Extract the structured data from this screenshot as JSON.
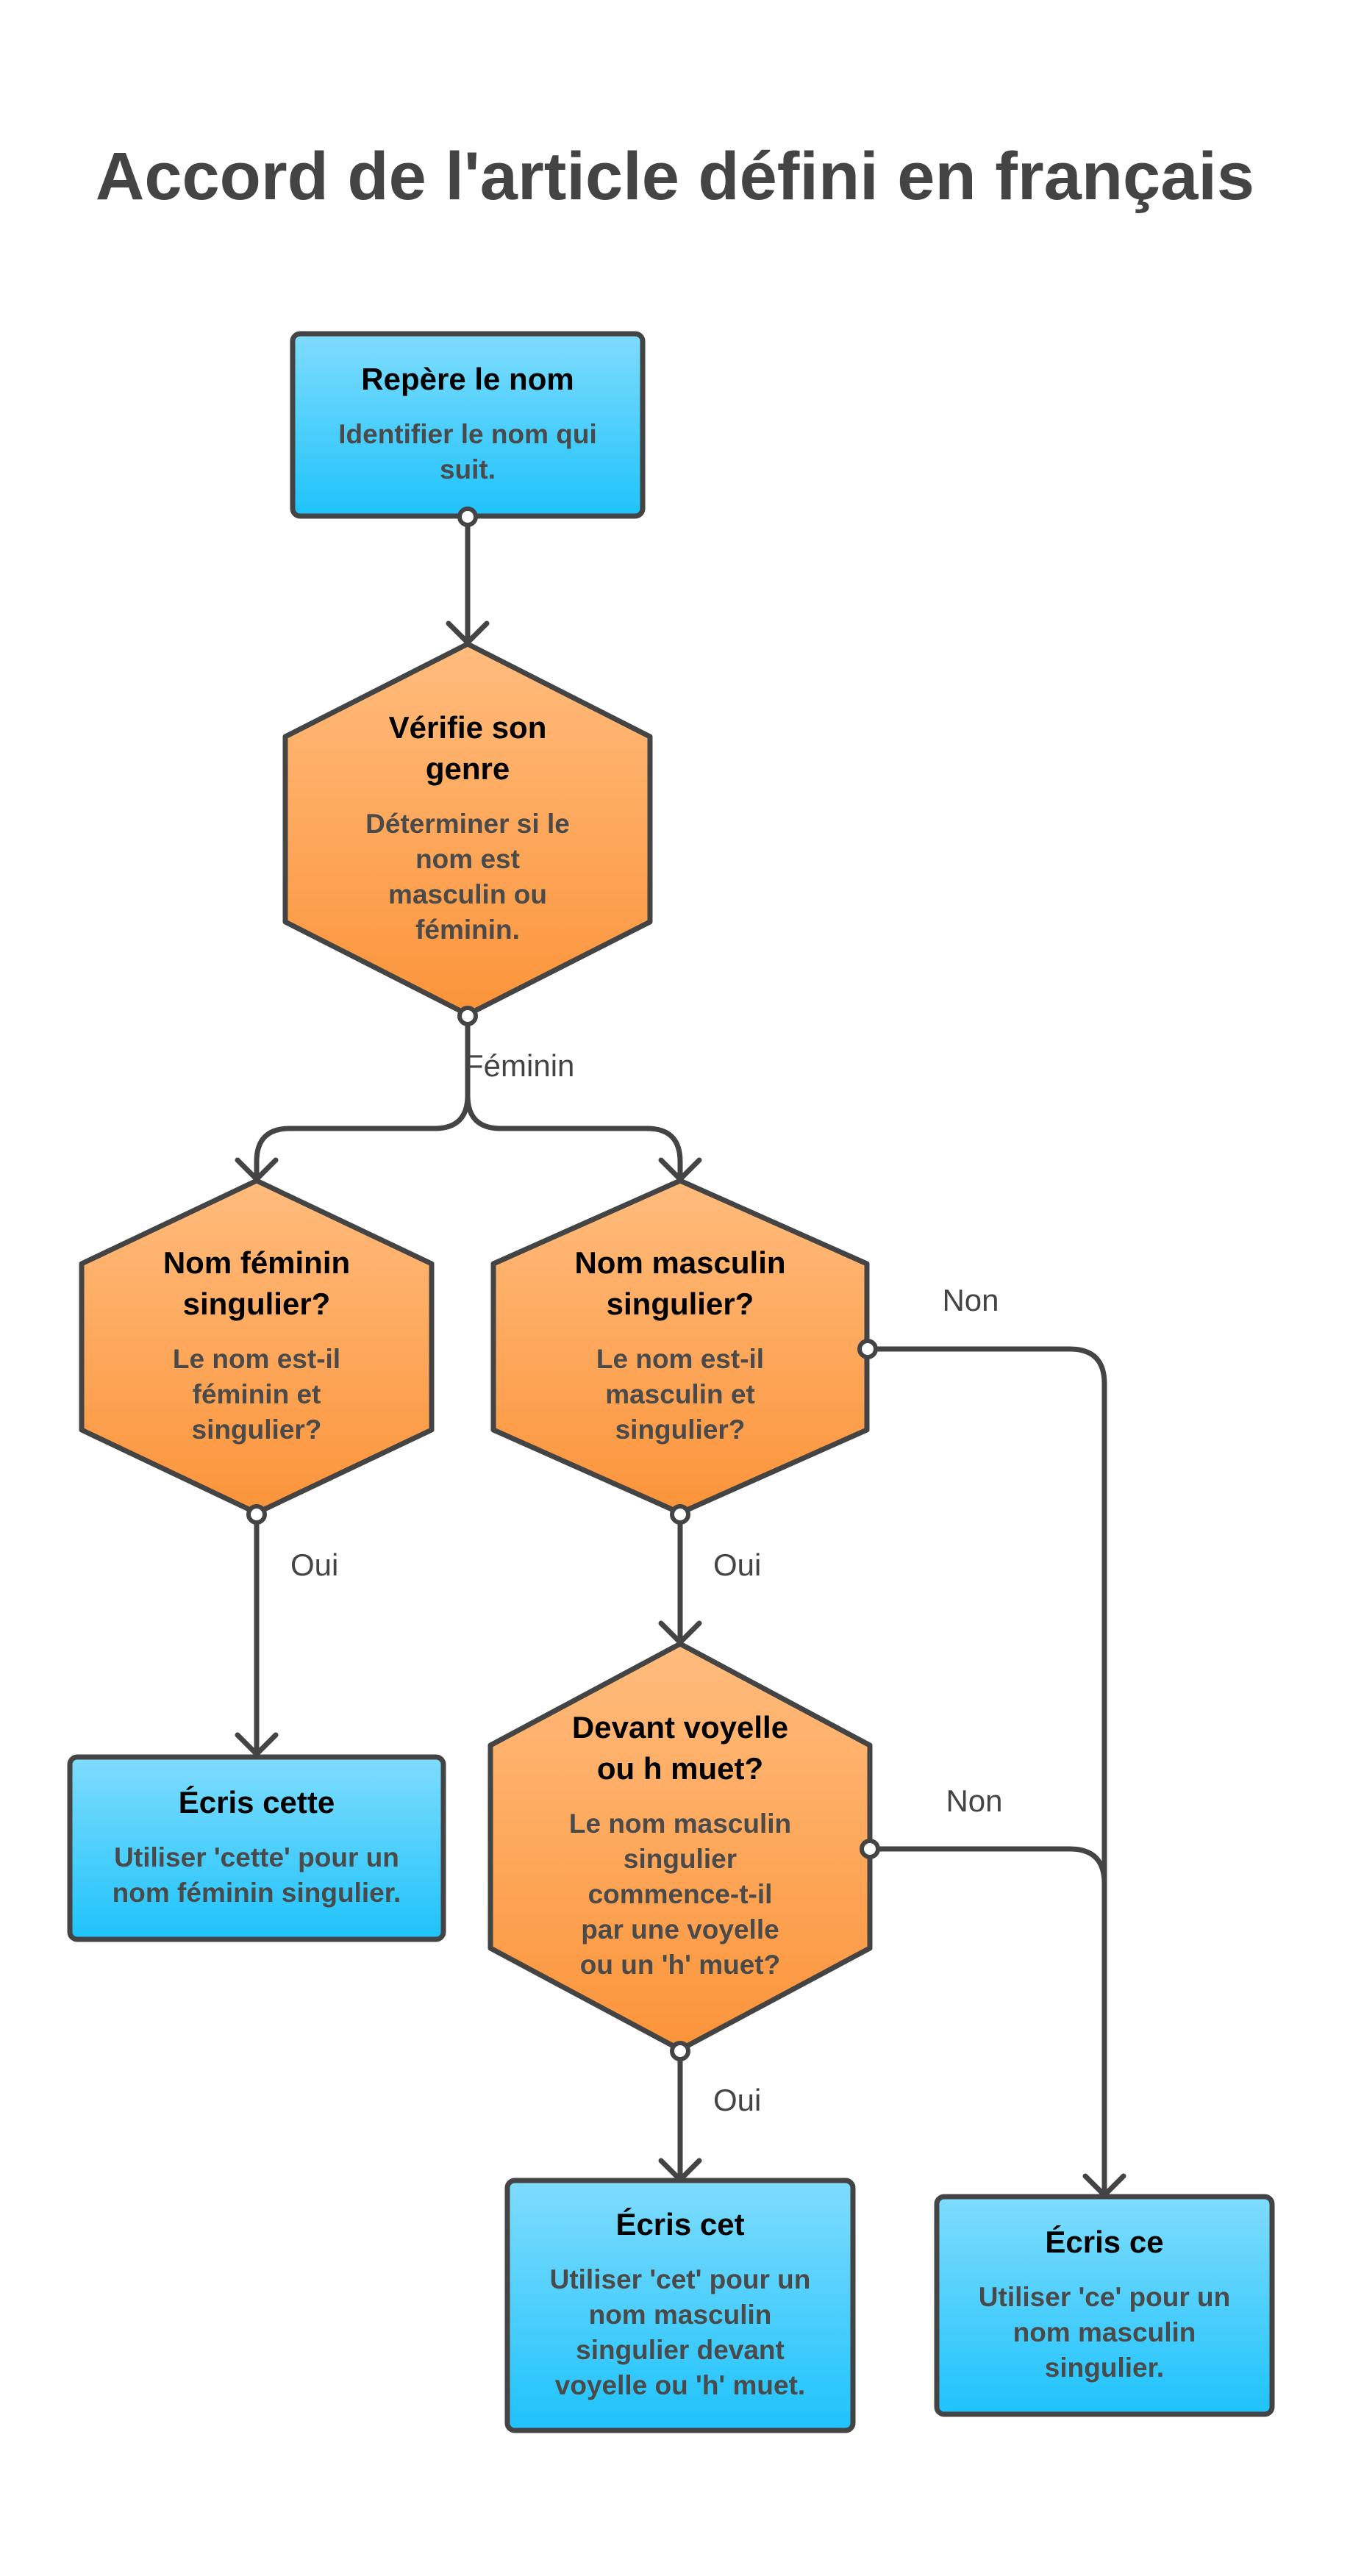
{
  "title": "Accord de l'article défini en français",
  "colors": {
    "process_top": "#7fdcfd",
    "process_bottom": "#1ec3fb",
    "decision_top": "#ffbc7d",
    "decision_bottom": "#fb943a",
    "stroke": "#444444"
  },
  "nodes": [
    {
      "id": "repere-le-nom",
      "kind": "process",
      "title": [
        "Repère le nom"
      ],
      "desc": [
        "Identifier le nom qui",
        "suit."
      ]
    },
    {
      "id": "verifie-son-genre",
      "kind": "decision",
      "title": [
        "Vérifie son",
        "genre"
      ],
      "desc": [
        "Déterminer si le",
        "nom est",
        "masculin ou",
        "féminin."
      ]
    },
    {
      "id": "nom-feminin-singulier",
      "kind": "decision",
      "title": [
        "Nom féminin",
        "singulier?"
      ],
      "desc": [
        "Le nom est-il",
        "féminin et",
        "singulier?"
      ]
    },
    {
      "id": "nom-masculin-singulier",
      "kind": "decision",
      "title": [
        "Nom masculin",
        "singulier?"
      ],
      "desc": [
        "Le nom est-il",
        "masculin et",
        "singulier?"
      ]
    },
    {
      "id": "devant-voyelle",
      "kind": "decision",
      "title": [
        "Devant voyelle",
        "ou h muet?"
      ],
      "desc": [
        "Le nom masculin",
        "singulier",
        "commence-t-il",
        "par une voyelle",
        "ou un 'h' muet?"
      ]
    },
    {
      "id": "ecris-cette",
      "kind": "process",
      "title": [
        "Écris cette"
      ],
      "desc": [
        "Utiliser 'cette' pour un",
        "nom féminin singulier."
      ]
    },
    {
      "id": "ecris-cet",
      "kind": "process",
      "title": [
        "Écris cet"
      ],
      "desc": [
        "Utiliser 'cet' pour un",
        "nom masculin",
        "singulier devant",
        "voyelle ou 'h' muet."
      ]
    },
    {
      "id": "ecris-ce",
      "kind": "process",
      "title": [
        "Écris ce"
      ],
      "desc": [
        "Utiliser 'ce' pour un",
        "nom masculin",
        "singulier."
      ]
    }
  ],
  "edges": [
    {
      "from": "repere-le-nom",
      "to": "verifie-son-genre",
      "label": ""
    },
    {
      "from": "verifie-son-genre",
      "to": "nom-feminin-singulier",
      "label": "Féminin"
    },
    {
      "from": "verifie-son-genre",
      "to": "nom-masculin-singulier",
      "label": ""
    },
    {
      "from": "nom-feminin-singulier",
      "to": "ecris-cette",
      "label": "Oui"
    },
    {
      "from": "nom-masculin-singulier",
      "to": "devant-voyelle",
      "label": "Oui"
    },
    {
      "from": "nom-masculin-singulier",
      "to": "ecris-ce",
      "label": "Non"
    },
    {
      "from": "devant-voyelle",
      "to": "ecris-cet",
      "label": "Oui"
    },
    {
      "from": "devant-voyelle",
      "to": "ecris-ce",
      "label": "Non"
    }
  ]
}
